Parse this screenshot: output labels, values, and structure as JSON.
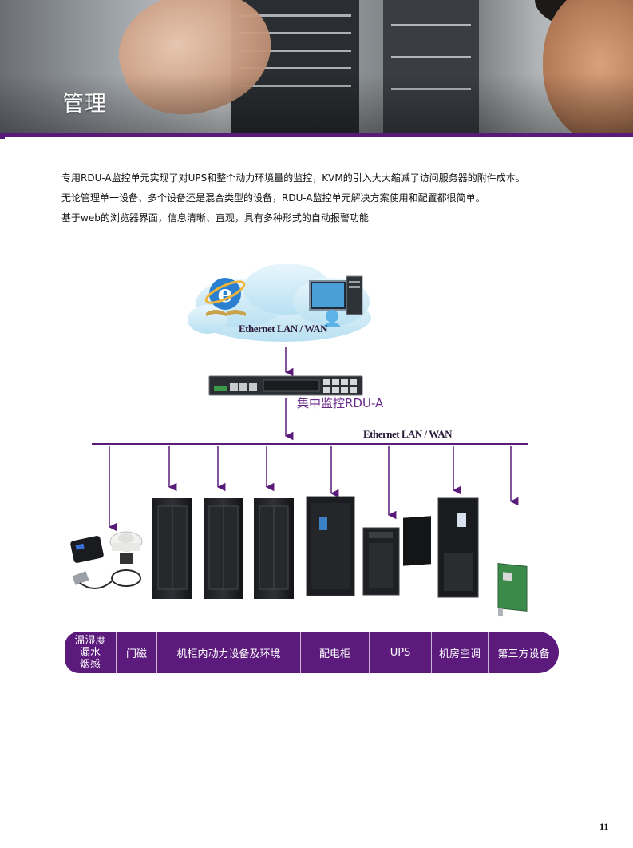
{
  "header": {
    "title": "管理"
  },
  "intro": {
    "lines": [
      "专用RDU-A监控单元实现了对UPS和整个动力环境量的监控，KVM的引入大大缩减了访问服务器的附件成本。",
      "无论管理单一设备、多个设备还是混合类型的设备，RDU-A监控单元解决方案使用和配置都很简单。",
      "基于web的浏览器界面，信息清晰、直观，具有多种形式的自动报警功能"
    ]
  },
  "diagram": {
    "cloud_label": "Ethernet LAN / WAN",
    "bus_label": "Ethernet LAN / WAN",
    "controller_label": "集中监控RDU-A"
  },
  "categories": [
    {
      "lines": [
        "温湿度",
        "漏水",
        "烟感"
      ]
    },
    {
      "lines": [
        "门磁"
      ]
    },
    {
      "lines": [
        "机柜内动力设备及环境"
      ]
    },
    {
      "lines": [
        "配电柜"
      ]
    },
    {
      "lines": [
        "UPS"
      ]
    },
    {
      "lines": [
        "机房空调"
      ]
    },
    {
      "lines": [
        "第三方设备"
      ]
    }
  ],
  "page": {
    "number": "11"
  },
  "colors": {
    "brand_purple": "#5b1a7c",
    "arrow_purple": "#5a1a7a"
  }
}
